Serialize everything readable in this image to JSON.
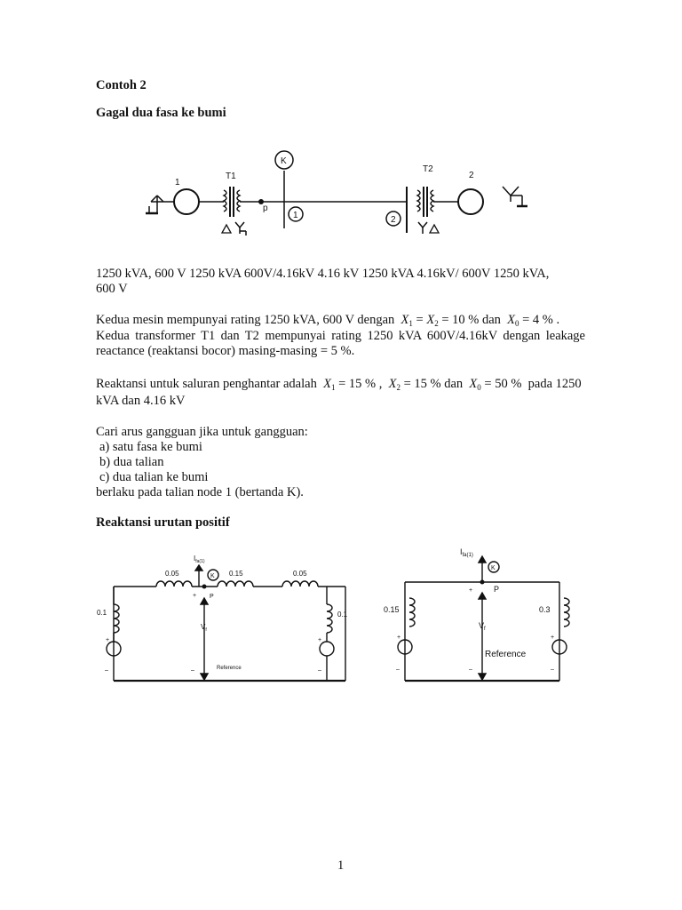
{
  "heading": "Contoh 2",
  "subtitle": "Gagal dua fasa ke bumi",
  "sld": {
    "gen1_num": "1",
    "gen2_num": "2",
    "t1_label": "T1",
    "t2_label": "T2",
    "k_label": "K",
    "p_label": "p",
    "node1": "1",
    "node2": "2"
  },
  "ratings_line1": "1250 kVA, 600 V  1250 kVA 600V/4.16kV     4.16 kV     1250 kVA 4.16kV/ 600V  1250 kVA,",
  "ratings_line2": "600 V",
  "p1": {
    "l1_pre": "Kedua mesin mempunyai rating 1250 kVA, 600 V dengan",
    "x1": "X",
    "x1_sub": "1",
    "eq1": "=",
    "x2": "X",
    "x2_sub": "2",
    "eq2": "= 10 % dan",
    "x0": "X",
    "x0_sub": "0",
    "eq3": "= 4 % .",
    "l2": "Kedua transformer T1 dan T2 mempunyai rating 1250 kVA 600V/4.16kV dengan leakage",
    "l3": "reactance (reaktansi bocor) masing-masing = 5 %."
  },
  "p2": {
    "l1_pre": "Reaktansi untuk saluran penghantar adalah",
    "x1": "X",
    "x1_sub": "1",
    "v1": "= 15 % ,",
    "x2": "X",
    "x2_sub": "2",
    "v2": "= 15 % dan",
    "x0": "X",
    "x0_sub": "0",
    "v3": "= 50 %",
    "tail": "pada 1250",
    "l2": "kVA dan 4.16 kV"
  },
  "p3": {
    "intro": "Cari arus gangguan jika untuk gangguan:",
    "items": [
      "a)   satu fasa ke bumi",
      "b)   dua talian",
      "c)   dua talian ke bumi"
    ],
    "outro": "berlaku pada talian  node 1 (bertanda K)."
  },
  "section_heading": "Reaktansi urutan positif",
  "circuit_left": {
    "l1": "0.05",
    "l2": "0.15",
    "l3": "0.05",
    "left_x": "0.1",
    "right_x": "0.1",
    "k": "K",
    "p": "P",
    "i": "I",
    "i_sub": "fa(1)",
    "v": "V",
    "v_sub": "f",
    "ref": "Reference",
    "plus": "+",
    "minus": "–"
  },
  "circuit_right": {
    "left_x": "0.15",
    "right_x": "0.3",
    "k": "K",
    "p": "P",
    "i": "I",
    "i_sub": "fa(1)",
    "v": "V",
    "v_sub": "f",
    "ref": "Reference",
    "plus": "+",
    "minus": "–"
  },
  "page_number": "1"
}
